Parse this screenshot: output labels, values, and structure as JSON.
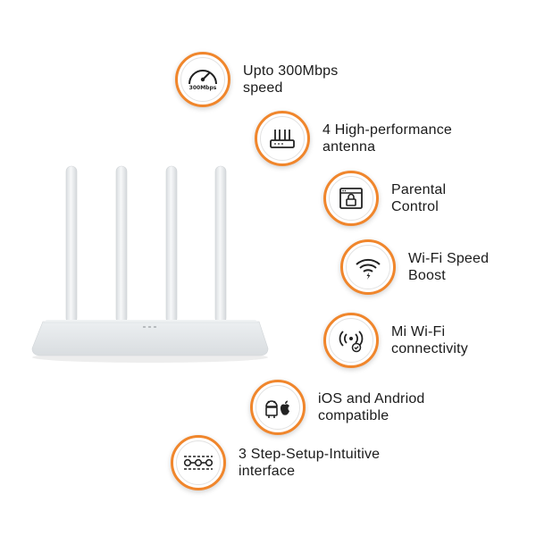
{
  "colors": {
    "accent": "#f0862c",
    "router_body": "#eef1f3",
    "icon": "#222222"
  },
  "features": [
    {
      "icon": "speedometer-icon",
      "badge_text": "300Mbps",
      "label": "Upto 300Mbps\nspeed"
    },
    {
      "icon": "router-antenna-icon",
      "label": "4 High-performance\nantenna"
    },
    {
      "icon": "parental-lock-icon",
      "label": "Parental\nControl"
    },
    {
      "icon": "wifi-boost-icon",
      "label": "Wi-Fi Speed\nBoost"
    },
    {
      "icon": "wireless-signal-icon",
      "label": "Mi Wi-Fi\nconnectivity"
    },
    {
      "icon": "android-apple-icon",
      "label": "iOS and Andriod\ncompatible"
    },
    {
      "icon": "setup-steps-icon",
      "label": "3 Step-Setup-Intuitive\ninterface"
    }
  ]
}
